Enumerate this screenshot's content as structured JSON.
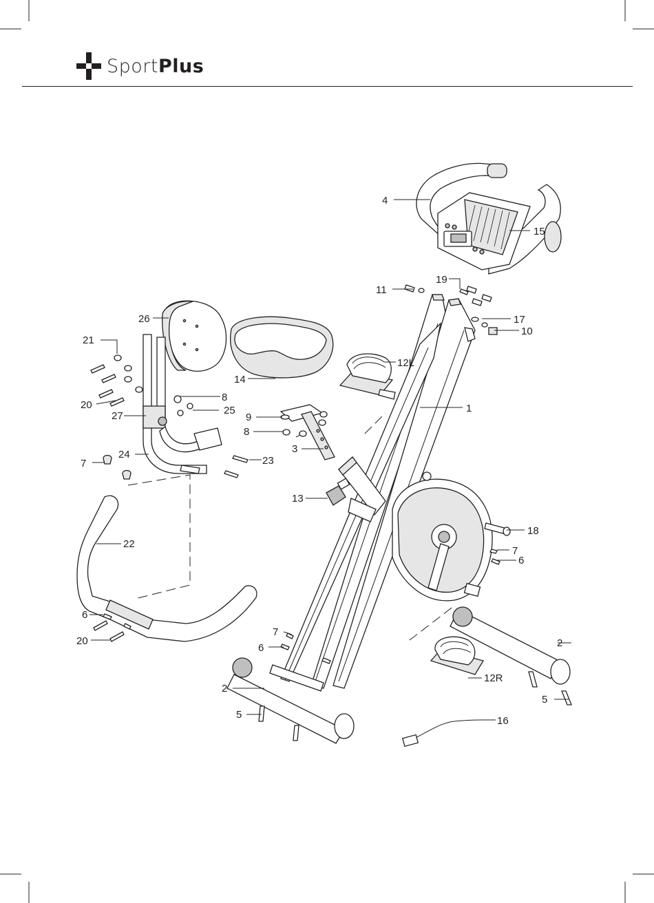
{
  "brand": {
    "logo_icon": "plus-cross-logo-icon",
    "name_light": "Sport",
    "name_bold": "Plus"
  },
  "callouts": {
    "c1": "1",
    "c2a": "2",
    "c2b": "2",
    "c3": "3",
    "c4": "4",
    "c5a": "5",
    "c5b": "5",
    "c6a": "6",
    "c6b": "6",
    "c6c": "6",
    "c7a": "7",
    "c7b": "7",
    "c7c": "7",
    "c8a": "8",
    "c8b": "8",
    "c9": "9",
    "c10": "10",
    "c11": "11",
    "c12l": "12L",
    "c12r": "12R",
    "c13": "13",
    "c14": "14",
    "c15": "15",
    "c16": "16",
    "c17": "17",
    "c18": "18",
    "c19": "19",
    "c20a": "20",
    "c20b": "20",
    "c21": "21",
    "c22": "22",
    "c23": "23",
    "c24": "24",
    "c25": "25",
    "c26": "26",
    "c27": "27"
  },
  "colors": {
    "ink": "#231f20",
    "part_fill": "#e6e6e6",
    "part_dark": "#bfbfbf",
    "background": "#ffffff"
  }
}
